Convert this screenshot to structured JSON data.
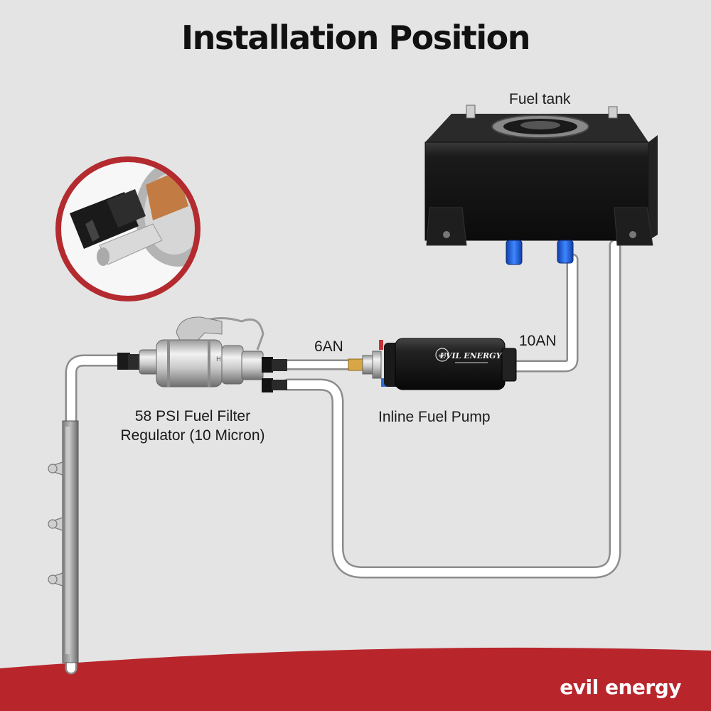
{
  "title": "Installation Position",
  "labels": {
    "fuel_tank": "Fuel tank",
    "line_6an": "6AN",
    "line_10an": "10AN",
    "regulator_line1": "58 PSI Fuel Filter",
    "regulator_line2": "Regulator (10 Micron)",
    "pump": "Inline Fuel Pump"
  },
  "pump_print": {
    "brand": "EVIL ENERGY",
    "emblem": "evil"
  },
  "regulator_print": "H",
  "brand": {
    "name": "evil energy",
    "color": "#ffffff"
  },
  "colors": {
    "background": "#e4e4e4",
    "footer_band": "#b8262c",
    "inset_ring": "#b32a2f",
    "fitting_blue": "#1d5fd6",
    "tank": "#151515",
    "hose": "#ffffff"
  },
  "icons": [
    "fuel-tank-icon",
    "fuel-pump-icon",
    "fuel-filter-regulator-icon",
    "fuel-rail-icon",
    "fitting-detail-icon"
  ]
}
